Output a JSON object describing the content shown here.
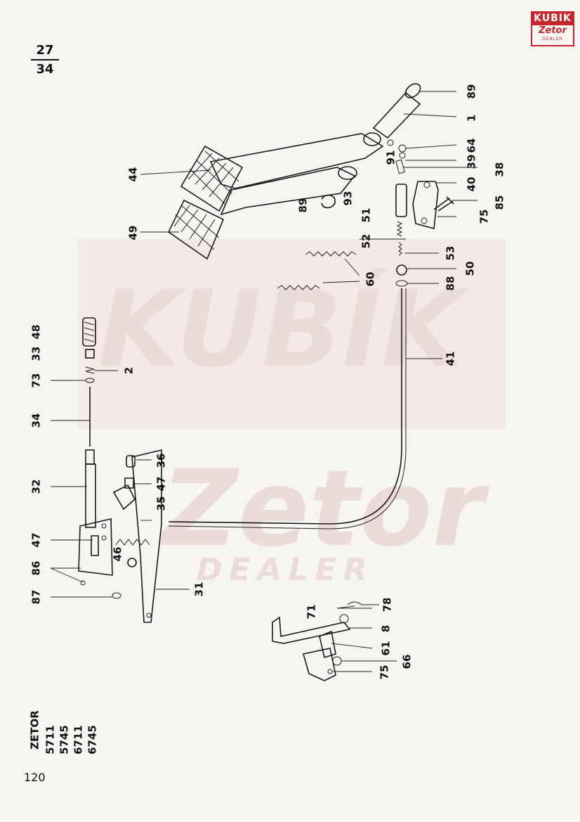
{
  "header": {
    "page_code_top": "27",
    "page_code_bottom": "34"
  },
  "logo": {
    "brand": "KUBIK",
    "sub": "Zetor",
    "dealer": "DEALER"
  },
  "watermark": {
    "brand": "KUBÍK",
    "sub": "Zetor",
    "dealer": "DEALER"
  },
  "models": {
    "brand": "ZETOR",
    "list": [
      "5711",
      "5745",
      "6711",
      "6745"
    ]
  },
  "page_number": "120",
  "callouts": {
    "c89a": "89",
    "c1": "1",
    "c64": "64",
    "c91": "91",
    "c39": "39",
    "c38": "38",
    "c44": "44",
    "c40": "40",
    "c89b": "89",
    "c93": "93",
    "c51": "51",
    "c85": "85",
    "c75a": "75",
    "c49": "49",
    "c52": "52",
    "c53": "53",
    "c50": "50",
    "c60": "60",
    "c88": "88",
    "c48": "48",
    "c33": "33",
    "c2": "2",
    "c73": "73",
    "c41": "41",
    "c34": "34",
    "c36": "36",
    "c47a": "47",
    "c35": "35",
    "c32": "32",
    "c47b": "47",
    "c46": "46",
    "c86": "86",
    "c31": "31",
    "c87": "87",
    "c71": "71",
    "c78": "78",
    "c8": "8",
    "c61": "61",
    "c66": "66",
    "c75b": "75"
  }
}
